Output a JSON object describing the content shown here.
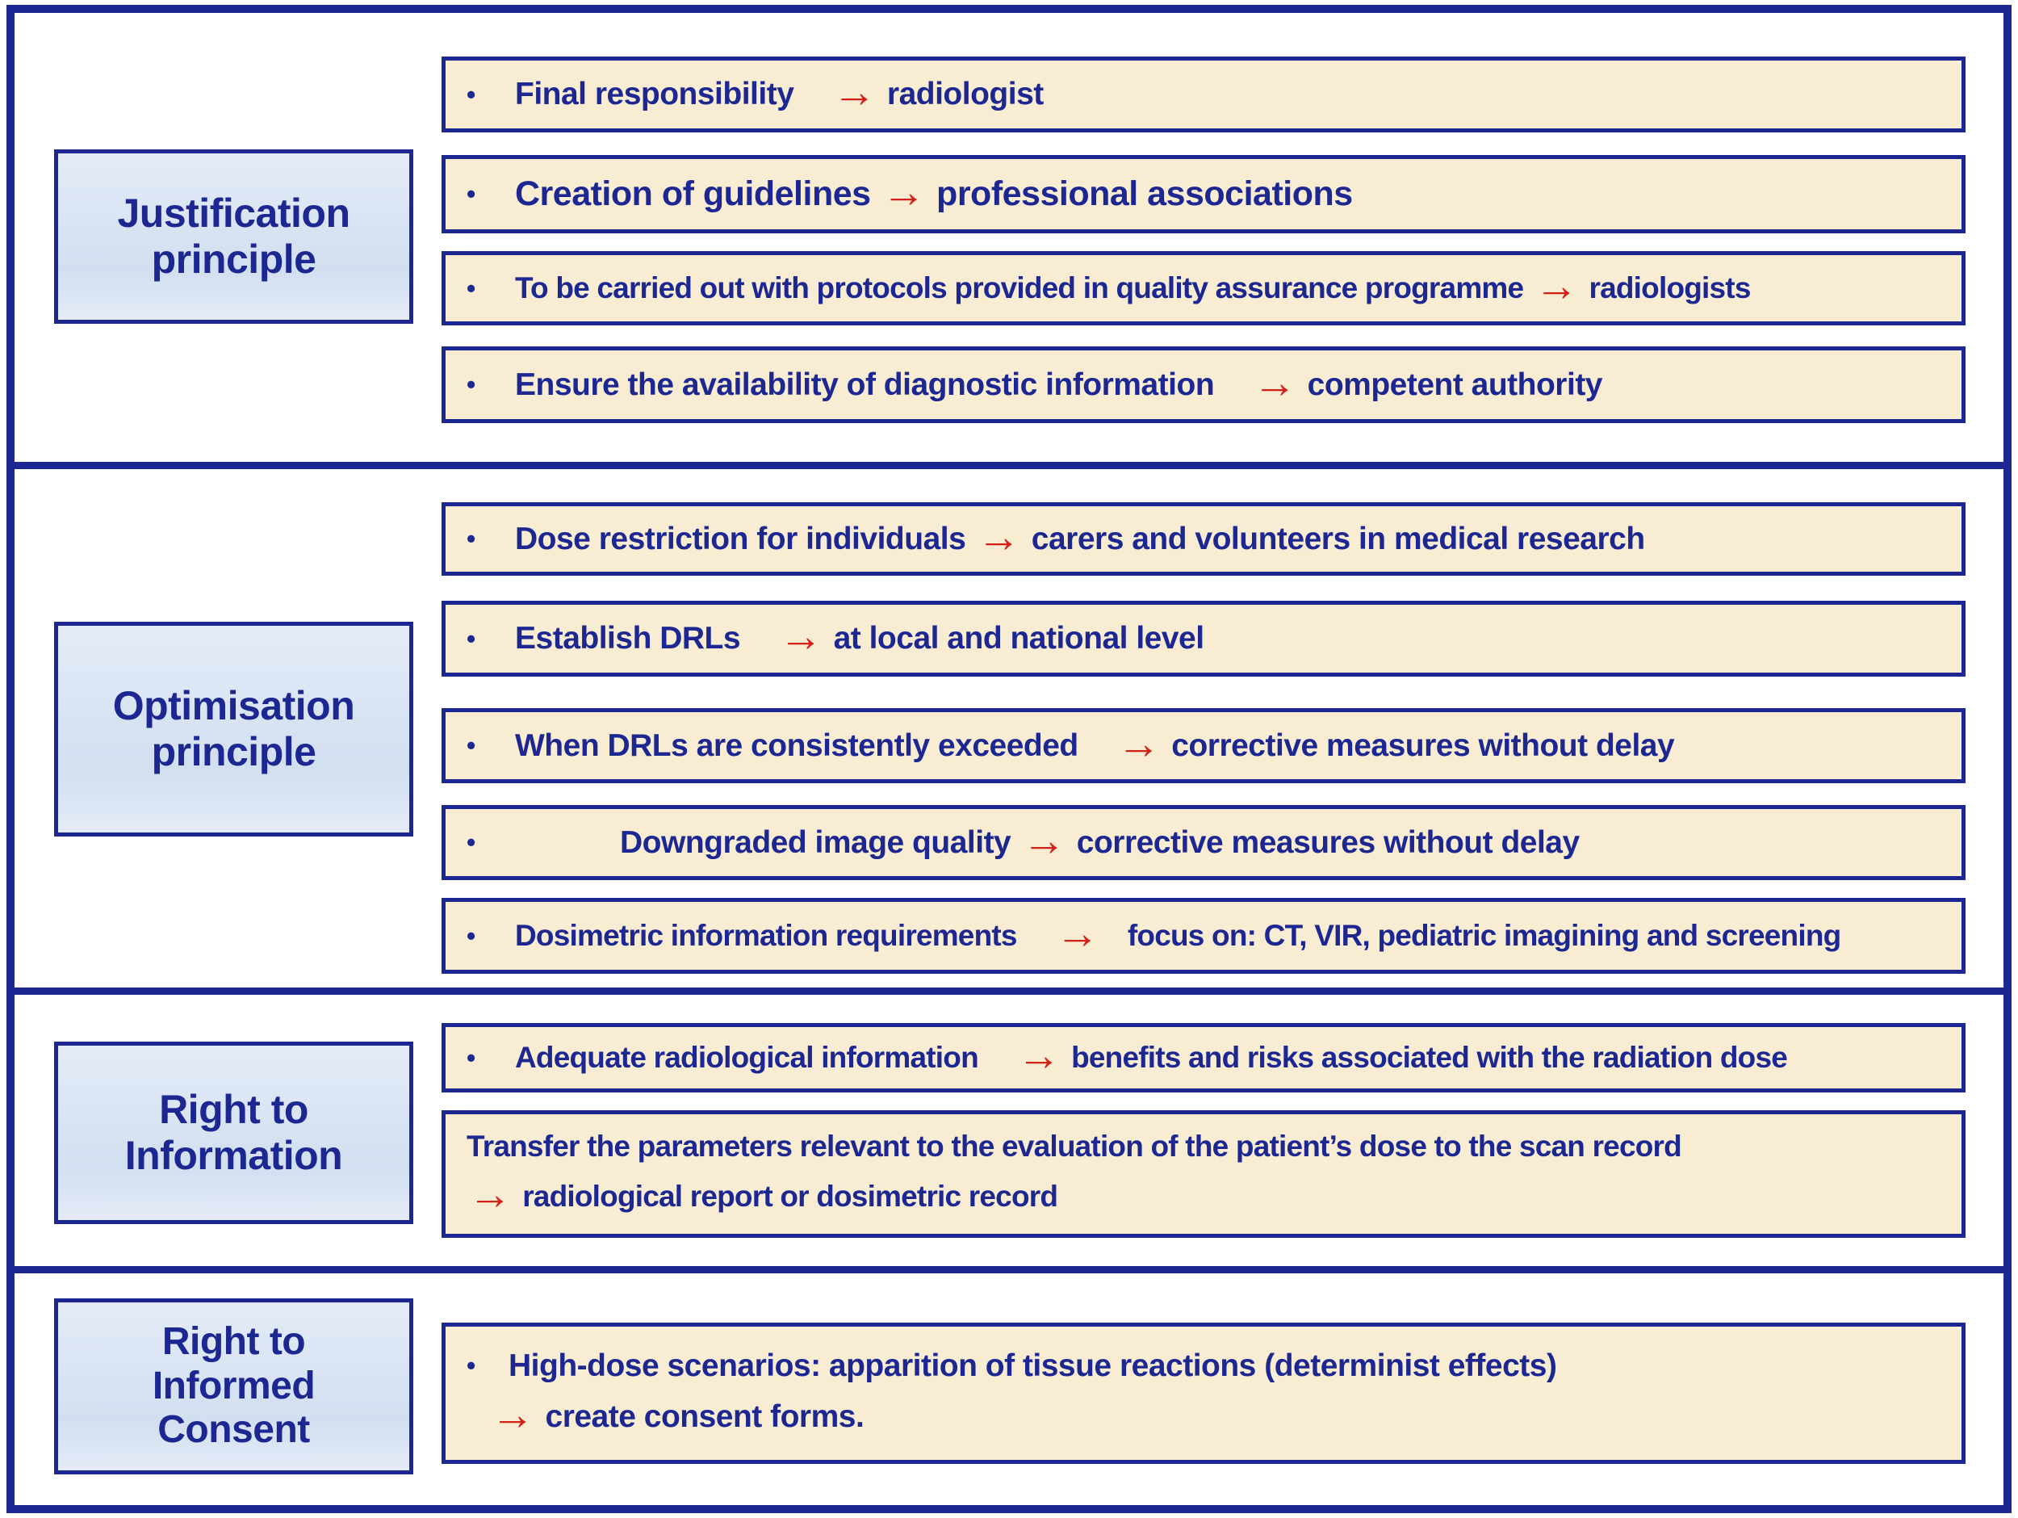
{
  "colors": {
    "navy": "#1d2791",
    "red": "#d42019",
    "cream": "#f8edd3",
    "label_blue": "#d9e3f2",
    "background": "#ffffff"
  },
  "glyphs": {
    "bullet": "•",
    "arrow": "→"
  },
  "sections": [
    {
      "id": "justification-principle",
      "label_lines": [
        "Justification",
        "principle"
      ],
      "items": [
        {
          "lead": "Final responsibility",
          "result": "radiologist"
        },
        {
          "lead": "Creation of guidelines",
          "result": "professional associations"
        },
        {
          "lead": "To be carried out with protocols provided in quality assurance programme",
          "result": "radiologists"
        },
        {
          "lead": "Ensure the availability of diagnostic information",
          "result": "competent authority"
        }
      ]
    },
    {
      "id": "optimisation-principle",
      "label_lines": [
        "Optimisation",
        "principle"
      ],
      "items": [
        {
          "lead": "Dose restriction for individuals",
          "result": "carers and volunteers in medical research"
        },
        {
          "lead": "Establish DRLs",
          "result": "at local and national level"
        },
        {
          "lead": "When DRLs are consistently exceeded",
          "result": "corrective measures without delay"
        },
        {
          "lead": "Downgraded image quality",
          "result": "corrective measures without delay"
        },
        {
          "lead": "Dosimetric information requirements",
          "result": "focus on: CT, VIR, pediatric imagining and screening"
        }
      ]
    },
    {
      "id": "right-to-information",
      "label_lines": [
        "Right to",
        "Information"
      ],
      "items": [
        {
          "lead": "Adequate radiological information",
          "result": "benefits and risks associated with the radiation dose"
        },
        {
          "line1": "Transfer the parameters relevant to the evaluation of the patient’s dose to the scan record",
          "line2": "radiological report or dosimetric record"
        }
      ]
    },
    {
      "id": "right-to-informed-consent",
      "label_lines": [
        "Right to",
        "Informed",
        "Consent"
      ],
      "items": [
        {
          "line1": "High-dose scenarios: apparition of tissue reactions (determinist effects)",
          "line2": "create consent forms."
        }
      ]
    }
  ]
}
